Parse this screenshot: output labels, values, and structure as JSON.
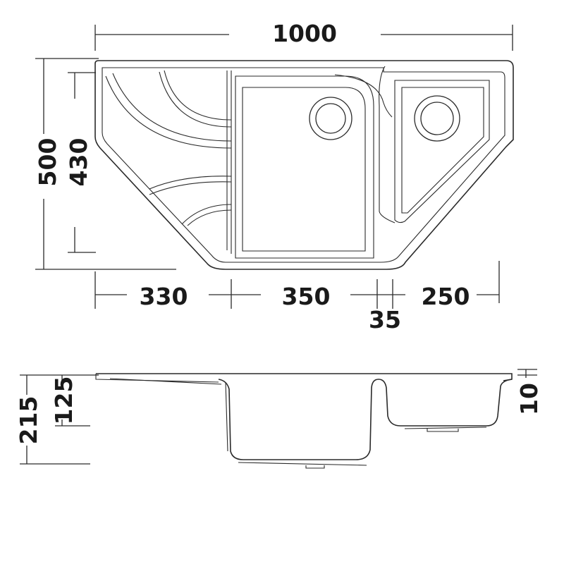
{
  "plan_view": {
    "overall_width": "1000",
    "overall_depth": "500",
    "inner_depth": "430",
    "drainer_width": "330",
    "main_bowl_width": "350",
    "divider_width": "35",
    "small_bowl_width": "250"
  },
  "section_view": {
    "total_height": "215",
    "bowl_depth": "125",
    "rim_thickness": "10"
  }
}
